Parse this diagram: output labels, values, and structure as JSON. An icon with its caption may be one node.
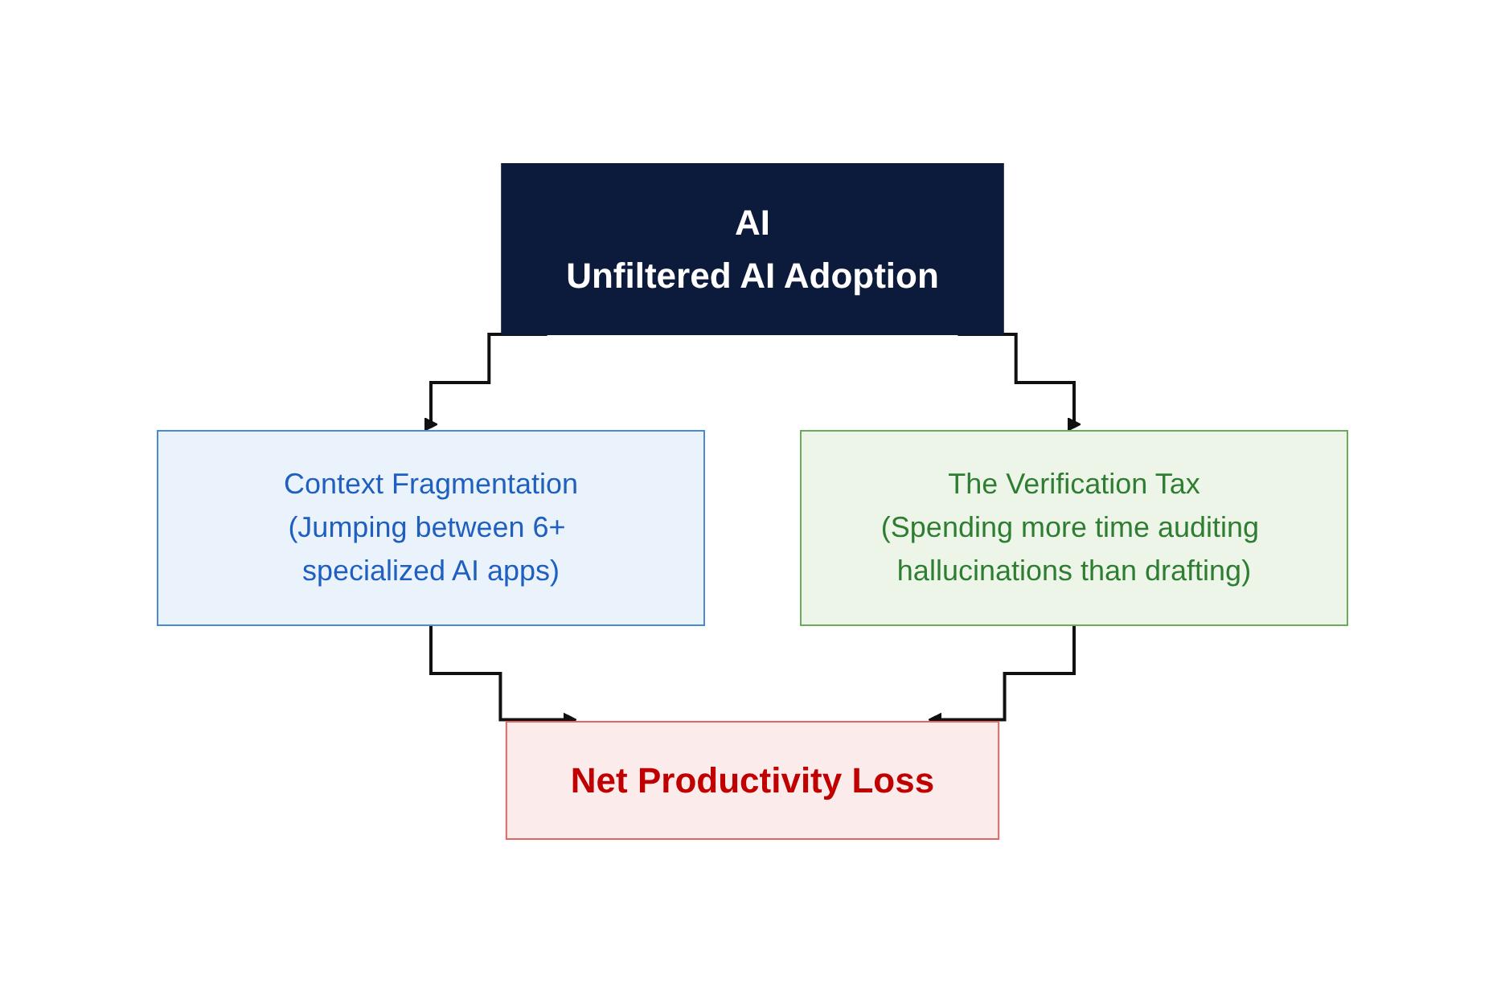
{
  "diagram": {
    "nodes": [
      {
        "text": [
          "AI",
          "Unfiltered AI Adoption"
        ]
      },
      {
        "text": [
          "Context Fragmentation",
          "(Jumping between 6+ specialized AI apps)"
        ]
      },
      {
        "text": [
          "The Verification Tax",
          "(Spending more time auditing hallucinations than drafting)"
        ]
      },
      {
        "text": [
          "Net Productivity Loss"
        ]
      }
    ],
    "edges": [
      {
        "from": 0,
        "to": 1,
        "arrow": "to"
      },
      {
        "from": 0,
        "to": 2,
        "arrow": "to"
      },
      {
        "from": 1,
        "to": 3,
        "arrow": "to"
      },
      {
        "from": 2,
        "to": 3,
        "arrow": "to"
      }
    ]
  }
}
